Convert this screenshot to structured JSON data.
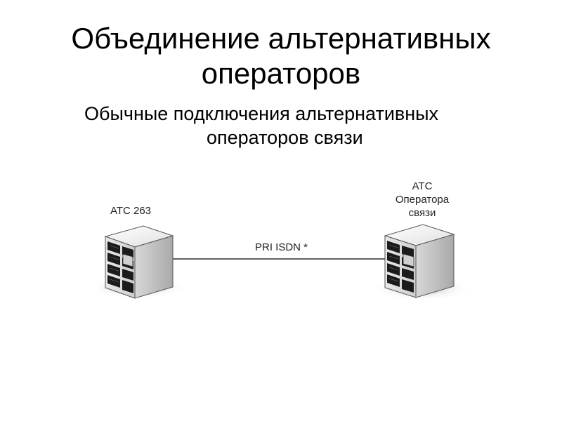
{
  "title": {
    "line1": "Объединение альтернативных",
    "line2": "операторов"
  },
  "subtitle": {
    "line1": "Обычные подключения альтернативных",
    "line2": "операторов связи"
  },
  "nodes": {
    "left": {
      "label": "АТС 263"
    },
    "right": {
      "label_lines": [
        "АТС",
        "Оператора",
        "связи"
      ]
    }
  },
  "link": {
    "label": "PRI ISDN *"
  }
}
